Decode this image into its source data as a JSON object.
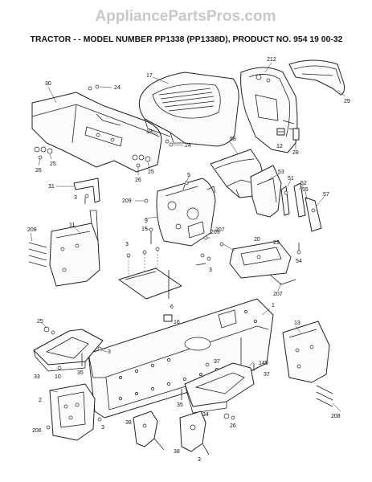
{
  "watermark": "AppliancePartsPros.com",
  "title": "TRACTOR - - MODEL NUMBER PP1338 (PP1338D), PRODUCT NO. 954 19 00-32",
  "callouts": {
    "c30": "30",
    "c24a": "24",
    "c17": "17",
    "c212": "212",
    "c29": "29",
    "c18": "18",
    "c24b": "24",
    "c12": "12",
    "c28": "28",
    "c26a": "26",
    "c25a": "25",
    "c26b": "26",
    "c25b": "25",
    "c58": "58",
    "c5": "5",
    "c53": "53",
    "c51": "51",
    "c52": "52",
    "c55": "55",
    "c57": "57",
    "c31": "31",
    "c3a": "3",
    "c209a": "209",
    "c9": "9",
    "c11": "11",
    "c208a": "208",
    "c15": "15",
    "c209b": "209",
    "c207a": "207",
    "c20": "20",
    "c23": "23",
    "c54": "54",
    "c3b": "3",
    "c3c": "3",
    "c207b": "207",
    "c6": "6",
    "c16": "16",
    "c1": "1",
    "c25c": "25",
    "c3d": "3",
    "c13": "13",
    "c33": "33",
    "c10": "10",
    "c35a": "35",
    "c145": "145",
    "c37a": "37",
    "c37b": "37",
    "c2": "2",
    "c35b": "35",
    "c34": "34",
    "c26c": "26",
    "c208b": "208",
    "c206": "206",
    "c3e": "3",
    "c38a": "38",
    "c38b": "38",
    "c3f": "3"
  }
}
